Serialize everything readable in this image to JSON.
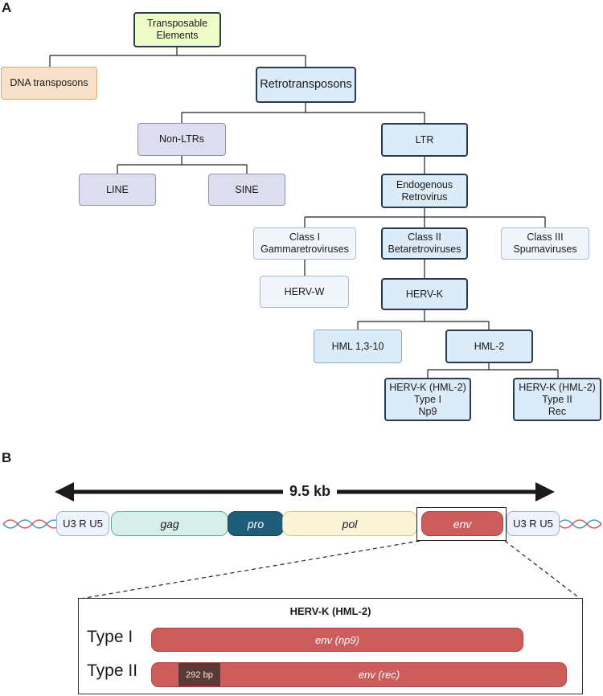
{
  "panel_a": {
    "letter": "A",
    "nodes": {
      "transposable": "Transposable\nElements",
      "dna": "DNA transposons",
      "retro": "Retrotransposons",
      "nonltr": "Non-LTRs",
      "ltr": "LTR",
      "line": "LINE",
      "sine": "SINE",
      "erv": "Endogenous\nRetrovirus",
      "class1": "Class I\nGammaretroviruses",
      "class2": "Class II\nBetaretroviruses",
      "class3": "Class III\nSpumaviruses",
      "hervw": "HERV-W",
      "hervk": "HERV-K",
      "hml1": "HML 1,3-10",
      "hml2": "HML-2",
      "type1": "HERV-K (HML-2)\nType I\nNp9",
      "type2": "HERV-K (HML-2)\nType II\nRec"
    }
  },
  "panel_b": {
    "letter": "B",
    "length_label": "9.5 kb",
    "ltr_left": "U3 R U5",
    "ltr_right": "U3 R U5",
    "genes": {
      "gag": "gag",
      "pro": "pro",
      "pol": "pol",
      "env": "env"
    },
    "zoom": {
      "title": "HERV-K (HML-2)",
      "type1_label": "Type I",
      "type2_label": "Type II",
      "type1_bar_main": "env",
      "type1_bar_paren": "np9",
      "type2_bar_main": "env",
      "type2_bar_paren": "rec",
      "deletion": "292 bp"
    }
  },
  "colors": {
    "top_node": "#eefcc8",
    "dna_node": "#f9e0c8",
    "lavender": "#dcddee",
    "blue": "#dcebf8",
    "pale_blue": "#f0f6fc",
    "gag": "#d6efe8",
    "pro": "#1f5d78",
    "pol": "#fbf4d8",
    "env": "#cd5c5c"
  }
}
